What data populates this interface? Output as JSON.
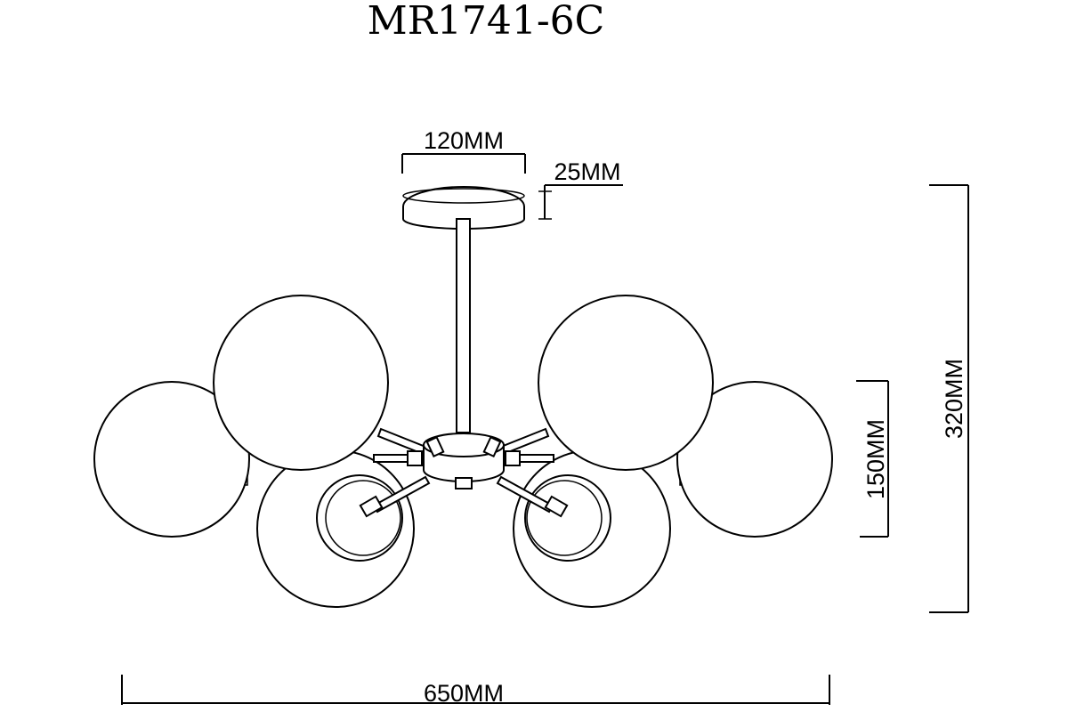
{
  "title": "MR1741-6C",
  "dimensions": {
    "canopy_width": "120MM",
    "canopy_height": "25MM",
    "globe_height": "150MM",
    "total_height": "320MM",
    "total_width": "650MM"
  }
}
